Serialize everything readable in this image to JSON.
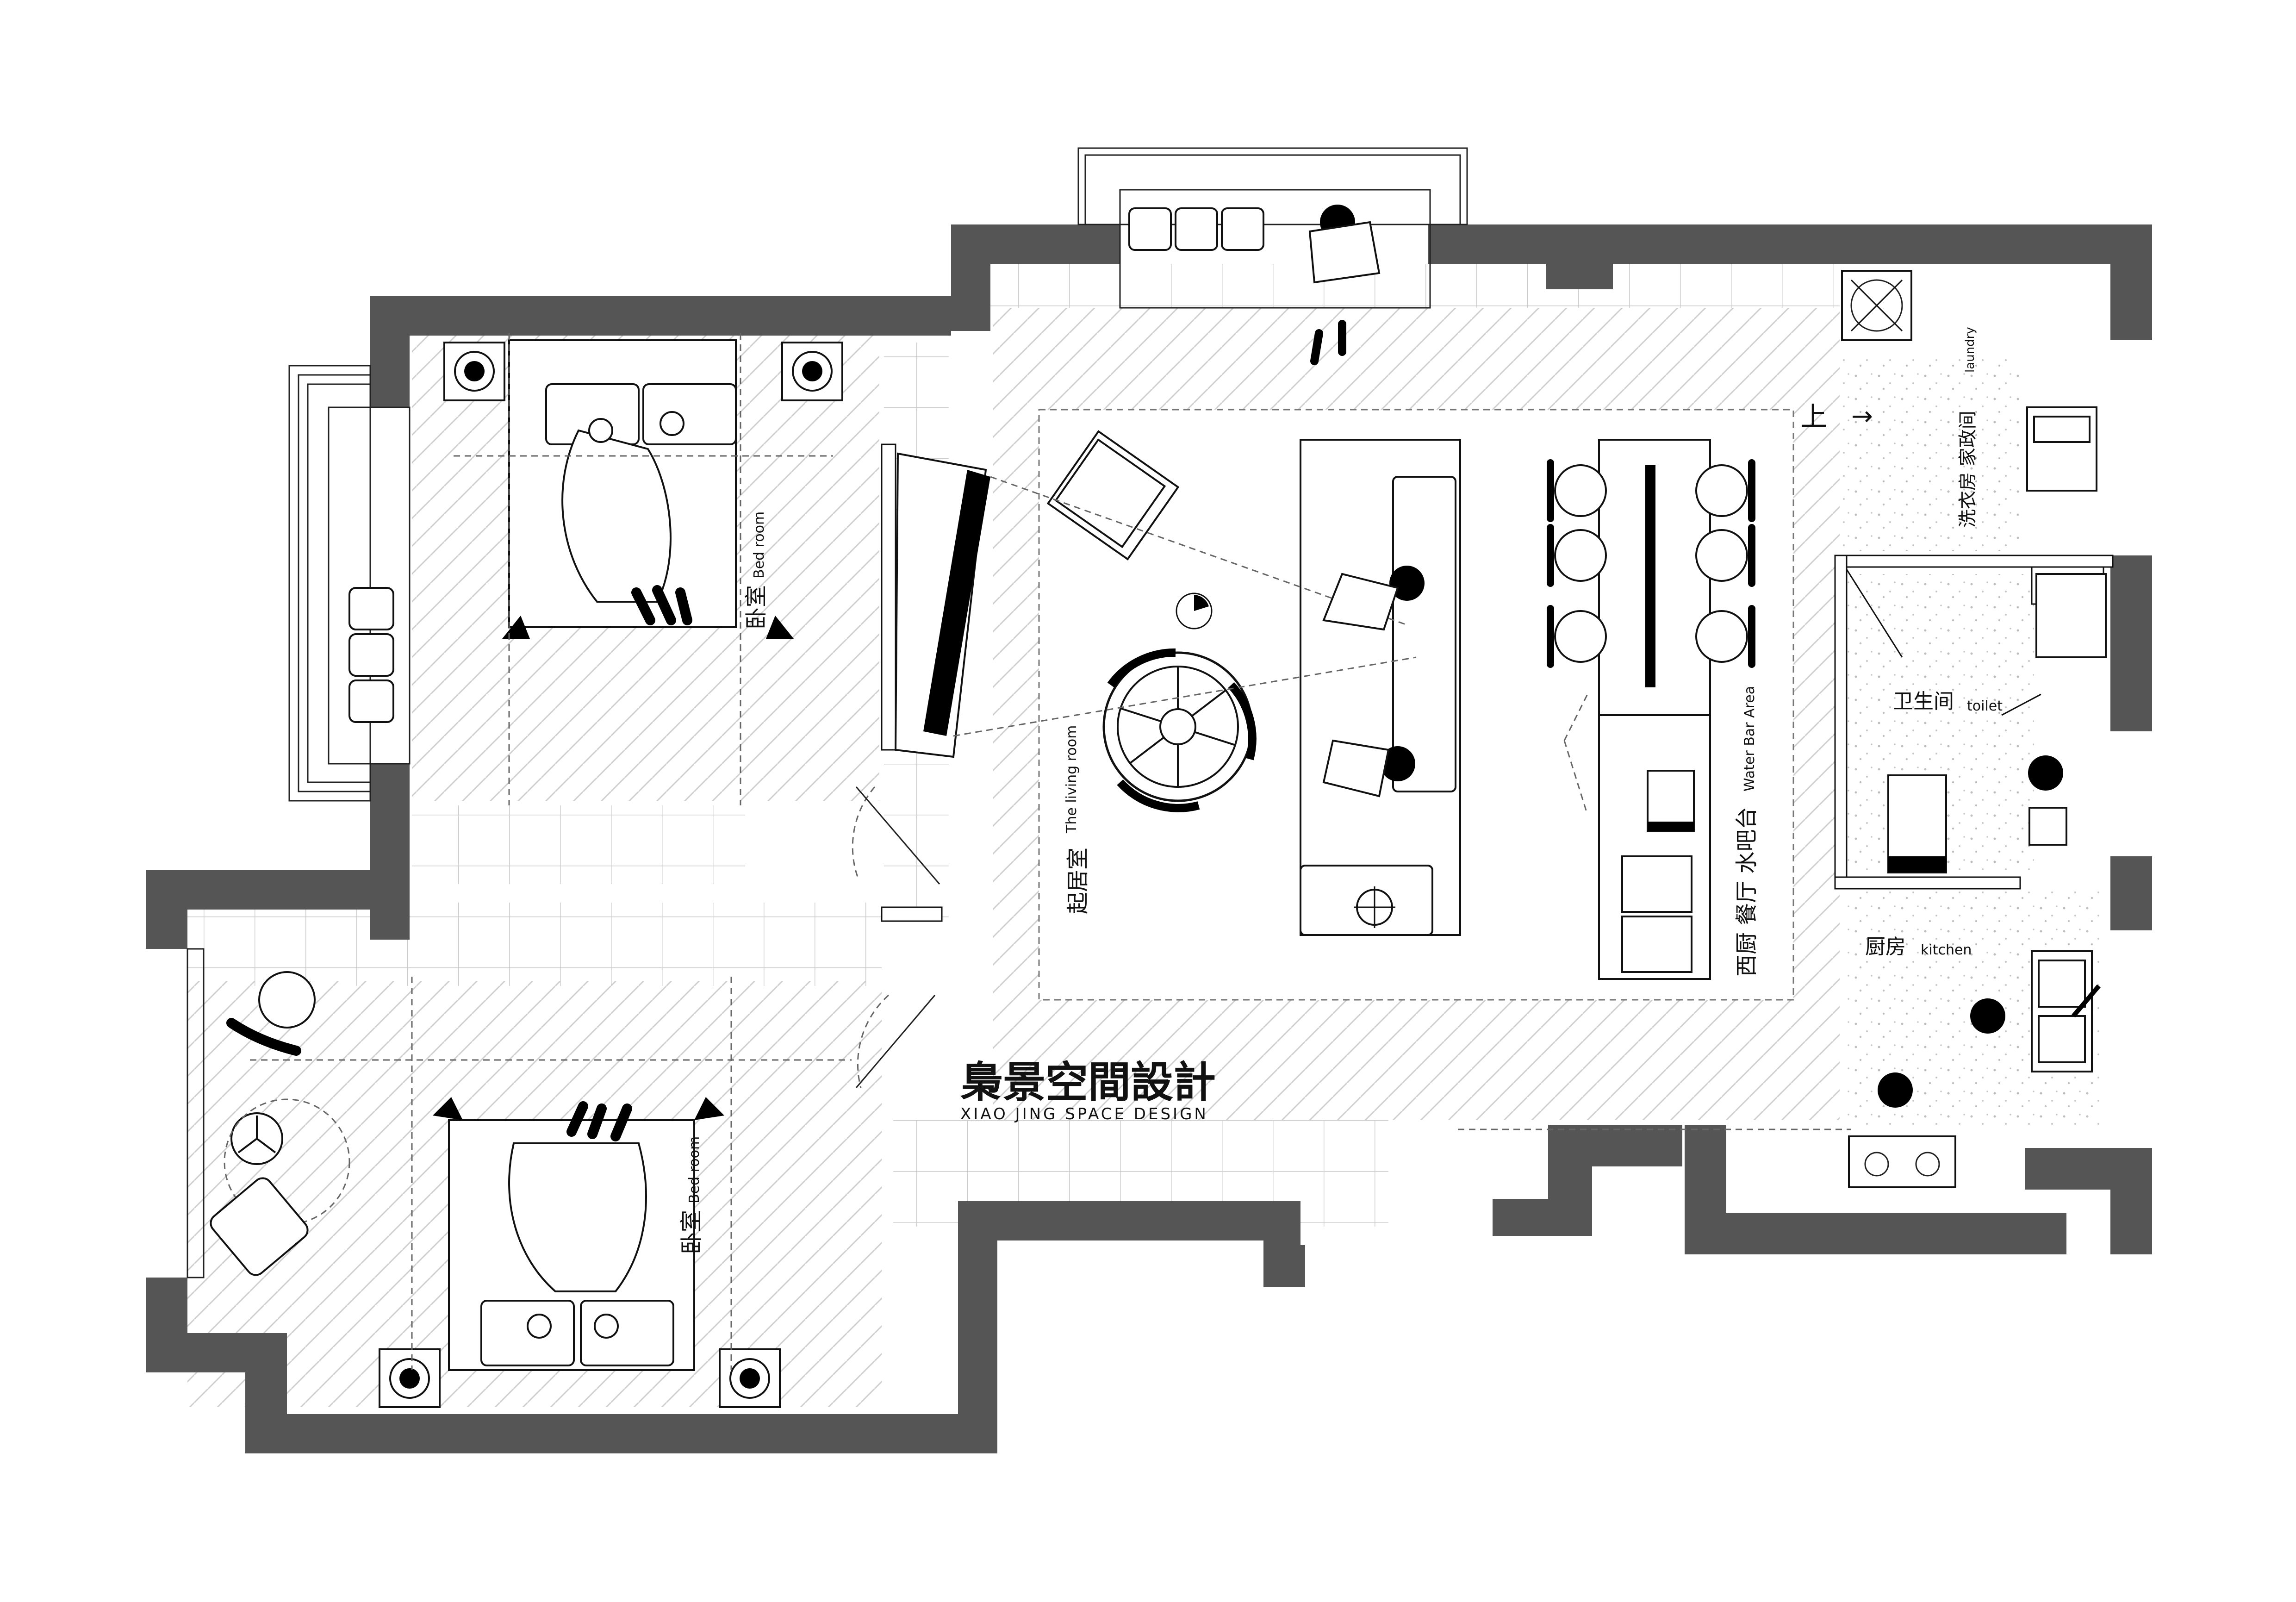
{
  "brand": {
    "name_cn": "梟景空間設計",
    "name_en": "XIAO JING SPACE DESIGN"
  },
  "rooms": {
    "bedroom_top": {
      "cn": "卧室",
      "en": "Bed room"
    },
    "bedroom_bottom": {
      "cn": "卧室",
      "en": "Bed room"
    },
    "living": {
      "cn": "起居室",
      "en": "The living room"
    },
    "dining": {
      "cn": "西厨 餐厅 水吧台",
      "en": "Water Bar Area"
    },
    "laundry": {
      "cn": "洗衣房 家政间",
      "en": "laundry"
    },
    "toilet": {
      "cn": "卫生间",
      "en": "toilet"
    },
    "kitchen": {
      "cn": "厨房",
      "en": "kitchen"
    },
    "stairs_up": {
      "cn": "上",
      "arrow": "→"
    }
  },
  "colors": {
    "wall": "#555555",
    "line": "#111111",
    "background": "#ffffff"
  }
}
